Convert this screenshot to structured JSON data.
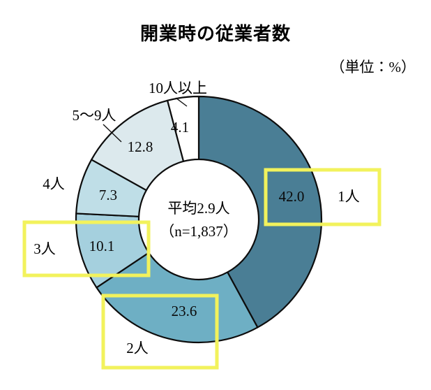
{
  "header": {
    "title": "開業時の従業者数",
    "unit_note": "（単位：%）"
  },
  "center": {
    "line1": "平均2.9人",
    "line2": "（n=1,837）"
  },
  "colors": {
    "slice_1": "#4a7e95",
    "slice_2": "#6eafc4",
    "slice_3": "#a5d0de",
    "slice_4": "#bfdee7",
    "slice_5": "#dce9ed",
    "slice_6": "#ffffff",
    "outline": "#0d0d0d",
    "callout": "#f2f25c",
    "background": "#ffffff"
  },
  "chart_data": {
    "type": "pie",
    "variant": "donut",
    "title": "開業時の従業者数",
    "unit": "%",
    "note": "（単位：%）",
    "center_annotation": "平均2.9人（n=1,837）",
    "mean": 2.9,
    "n": 1837,
    "start_angle_deg": 0,
    "direction": "clockwise",
    "categories": [
      "1人",
      "2人",
      "3人",
      "4人",
      "5～9人",
      "10人以上"
    ],
    "values": [
      42.0,
      23.6,
      10.1,
      7.3,
      12.8,
      4.1
    ],
    "value_labels": [
      "42.0",
      "23.6",
      "10.1",
      "7.3",
      "12.8",
      "4.1"
    ],
    "slice_colors": [
      "#4a7e95",
      "#6eafc4",
      "#a5d0de",
      "#bfdee7",
      "#dce9ed",
      "#ffffff"
    ],
    "highlighted": [
      "1人",
      "2人",
      "3人"
    ],
    "legend": "none",
    "grid": false
  },
  "labels": {
    "cat_1": "1人",
    "cat_2": "2人",
    "cat_3": "3人",
    "cat_4": "4人",
    "cat_5": "5～9人",
    "cat_6": "10人以上",
    "val_1": "42.0",
    "val_2": "23.6",
    "val_3": "10.1",
    "val_4": "7.3",
    "val_5": "12.8",
    "val_6": "4.1"
  }
}
